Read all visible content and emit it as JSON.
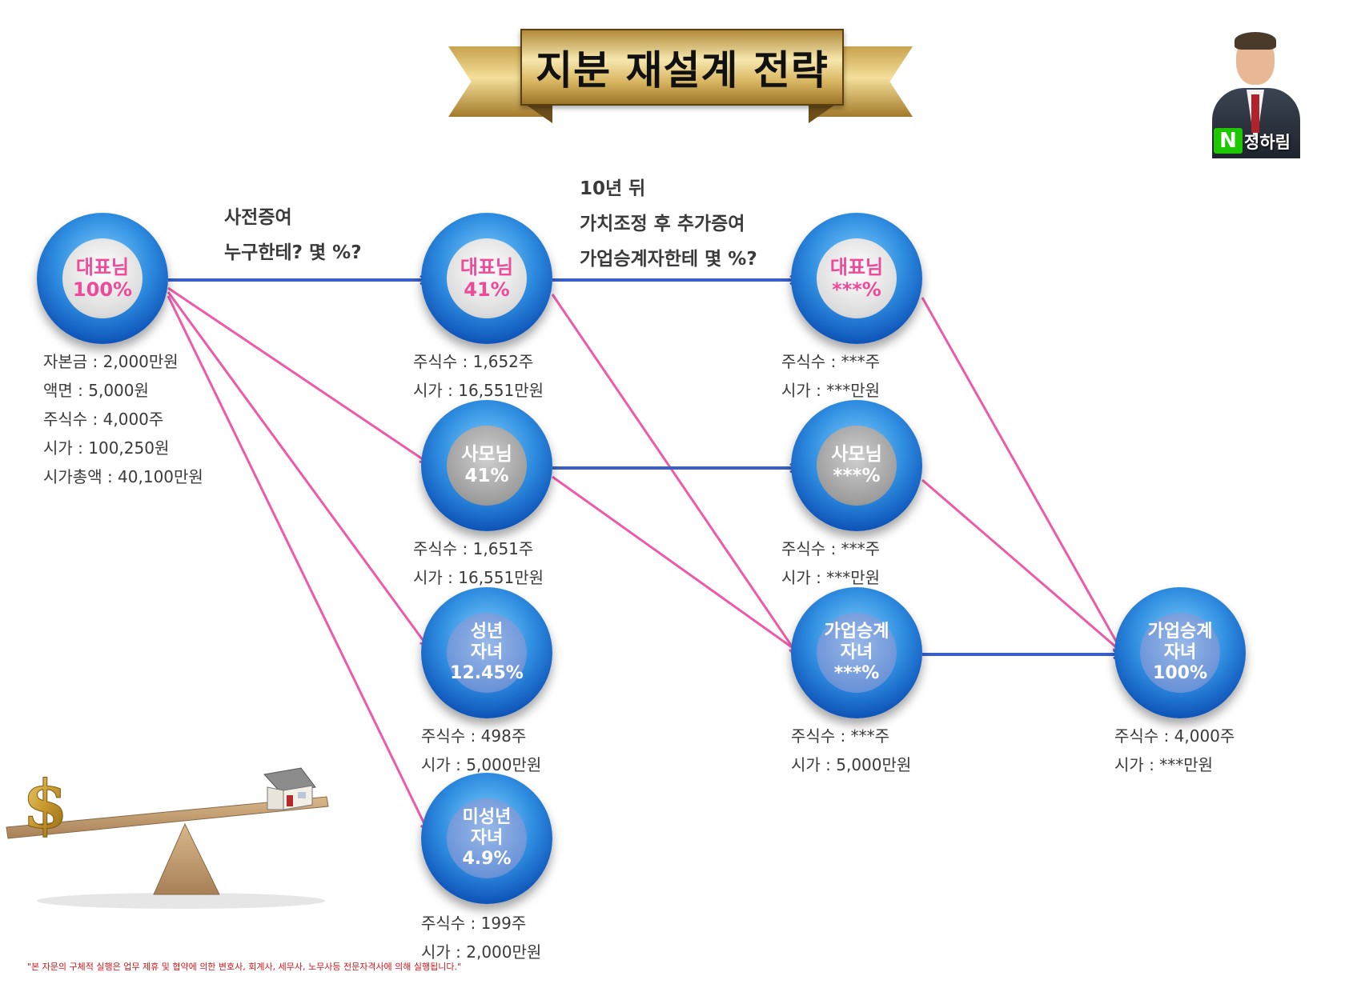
{
  "title": "지분 재설계 전략",
  "profile": {
    "badge": "N",
    "name": "정하림"
  },
  "labels": {
    "step1": {
      "line1": "사전증여",
      "line2": "누구한테? 몇 %?"
    },
    "step2": {
      "line1": "10년 뒤",
      "line2": "가치조정 후 추가증여",
      "line3": "가업승계자한테 몇 %?"
    }
  },
  "nodes": {
    "ceo_initial": {
      "name": "대표님",
      "pct": "100%"
    },
    "ceo_mid": {
      "name": "대표님",
      "pct": "41%"
    },
    "spouse_mid": {
      "name": "사모님",
      "pct": "41%"
    },
    "adult_child": {
      "name1": "성년",
      "name2": "자녀",
      "pct": "12.45%"
    },
    "minor_child": {
      "name1": "미성년",
      "name2": "자녀",
      "pct": "4.9%"
    },
    "ceo_late": {
      "name": "대표님",
      "pct": "***%"
    },
    "spouse_late": {
      "name": "사모님",
      "pct": "***%"
    },
    "successor_late": {
      "name1": "가업승계",
      "name2": "자녀",
      "pct": "***%"
    },
    "successor_final": {
      "name1": "가업승계",
      "name2": "자녀",
      "pct": "100%"
    }
  },
  "info": {
    "ceo_initial": [
      "자본금 : 2,000만원",
      "액면 : 5,000원",
      "주식수 : 4,000주",
      "시가 : 100,250원",
      "시가총액 : 40,100만원"
    ],
    "ceo_mid": [
      "주식수 : 1,652주",
      "시가 : 16,551만원"
    ],
    "spouse_mid": [
      "주식수 : 1,651주",
      "시가 : 16,551만원"
    ],
    "adult_child": [
      "주식수 : 498주",
      "시가 : 5,000만원"
    ],
    "minor_child": [
      "주식수 : 199주",
      "시가 : 2,000만원"
    ],
    "ceo_late": [
      "주식수 : ***주",
      "시가 : ***만원"
    ],
    "spouse_late": [
      "주식수 : ***주",
      "시가 : ***만원"
    ],
    "successor_late": [
      "주식수 : ***주",
      "시가 : 5,000만원"
    ],
    "successor_final": [
      "주식수 : 4,000주",
      "시가 : ***만원"
    ]
  },
  "colors": {
    "blue_arrow": "#3a5fc8",
    "pink_arrow": "#ee5aa8",
    "accent_pink": "#ee4a98"
  },
  "disclaimer": "\"본 자문의 구체적 실행은 업무 제휴 및 협약에 의한 변호사, 회계사, 세무사, 노무사등 전문자격사에 의해 실행됩니다.\"",
  "illustration": {
    "dollar": "$"
  }
}
